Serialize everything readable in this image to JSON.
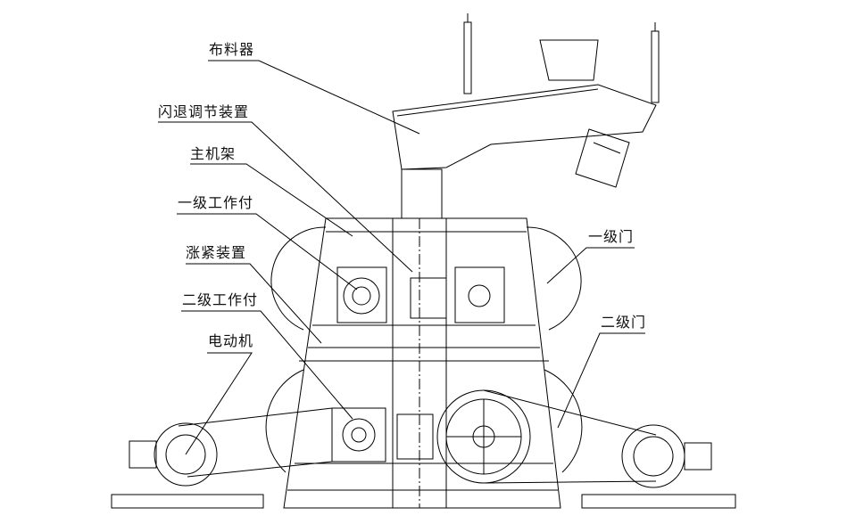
{
  "labels": {
    "distributor": "布料器",
    "flash_adjust": "闪退调节装置",
    "main_frame": "主机架",
    "stage1_pair": "一级工作付",
    "tensioner": "涨紧装置",
    "stage2_pair": "二级工作付",
    "motor": "电动机",
    "stage1_door": "一级门",
    "stage2_door": "二级门"
  }
}
